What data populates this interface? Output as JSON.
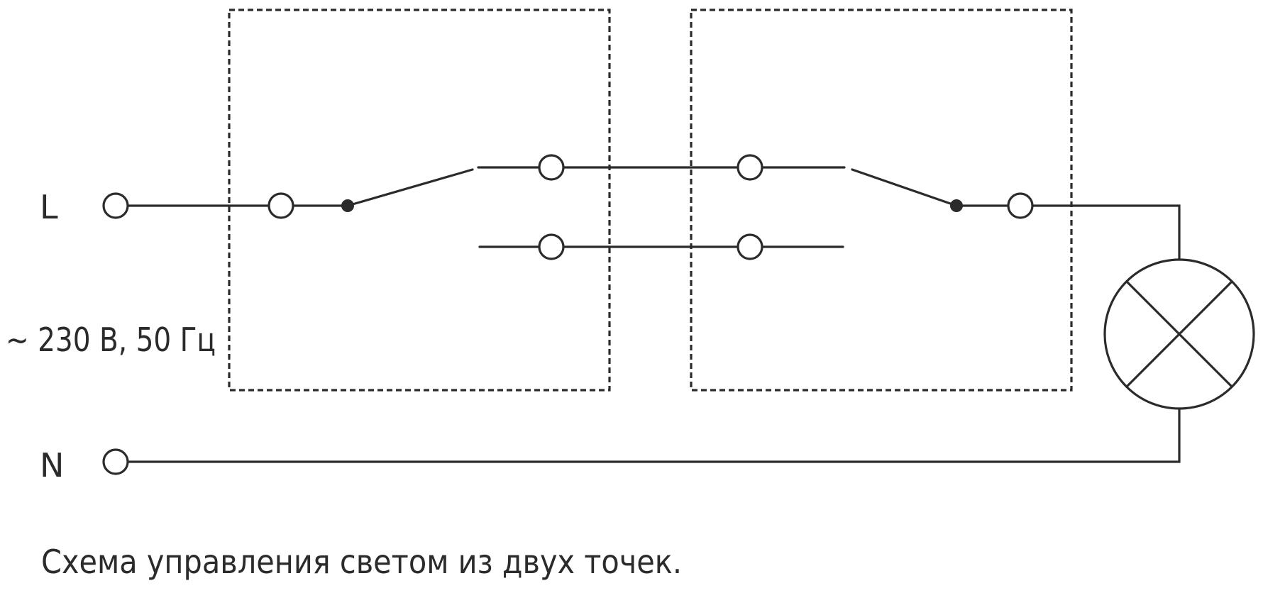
{
  "labels": {
    "phase": "L",
    "neutral": "N",
    "supply": "~ 230 В, 50 Гц",
    "caption": "Схема управления светом из двух точек."
  },
  "colors": {
    "line": "#2b2b2b",
    "background": "#ffffff"
  },
  "components": {
    "switch_1": "switch-1-enclosure",
    "switch_2": "switch-2-enclosure",
    "lamp": "lamp-icon"
  }
}
